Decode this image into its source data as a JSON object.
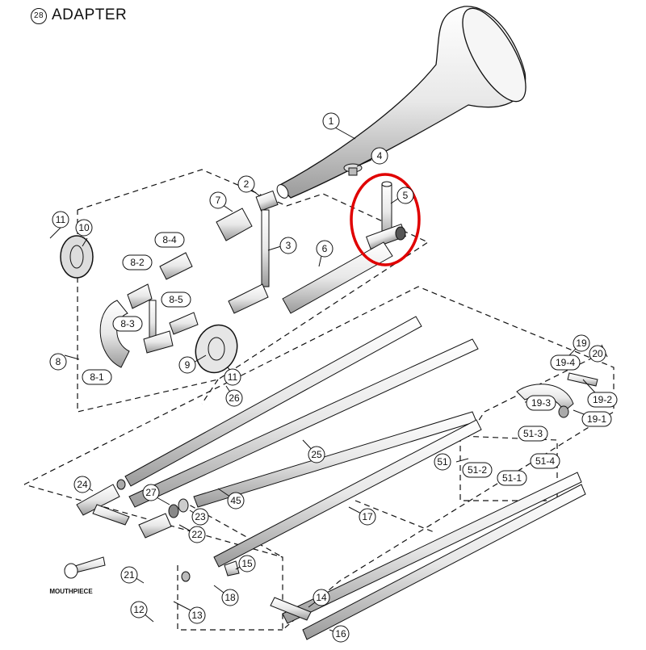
{
  "title": {
    "number": "28",
    "text": "ADAPTER"
  },
  "highlight": {
    "part": "5",
    "color": "#e00000"
  },
  "labels": {
    "mouthpiece": "MOUTHPIECE"
  },
  "callouts": [
    "1",
    "2",
    "3",
    "4",
    "5",
    "6",
    "7",
    "8-4",
    "8-2",
    "8-5",
    "8-3",
    "8",
    "8-1",
    "9",
    "10",
    "11",
    "11",
    "12",
    "13",
    "14",
    "15",
    "16",
    "17",
    "18",
    "19",
    "19-1",
    "19-2",
    "19-3",
    "19-4",
    "20",
    "21",
    "22",
    "23",
    "24",
    "25",
    "26",
    "27",
    "45",
    "51",
    "51-1",
    "51-2",
    "51-3",
    "51-4"
  ]
}
